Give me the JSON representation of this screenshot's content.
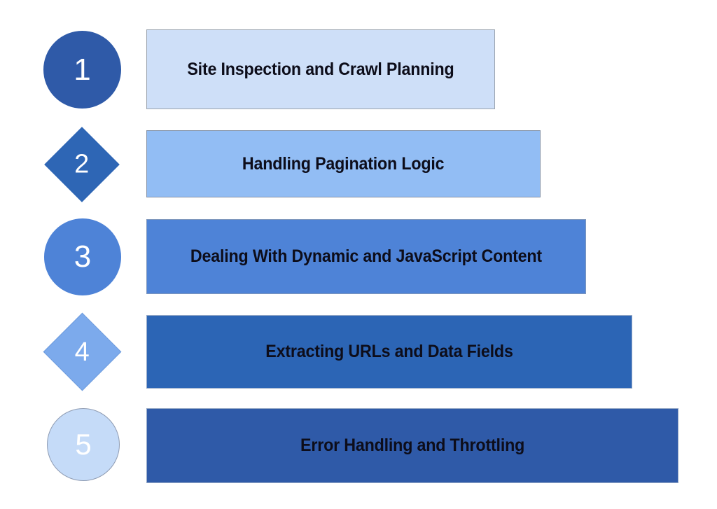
{
  "diagram": {
    "type": "numbered-step-list",
    "title": "",
    "background_color": "#ffffff",
    "text_color": "#0d0d1a",
    "number_color": "#ffffff",
    "steps": [
      {
        "number": "1",
        "label": "Site Inspection and Crawl Planning",
        "marker_shape": "circle",
        "marker_color": "#2F5AA8",
        "marker_border_color": "#2F5AA8",
        "bar_color": "#CEDFF8",
        "bar_border_color": "#9AA3AE"
      },
      {
        "number": "2",
        "label": "Handling Pagination Logic",
        "marker_shape": "diamond",
        "marker_color": "#2E66B5",
        "marker_border_color": "#2E66B5",
        "bar_color": "#92BDF4",
        "bar_border_color": "#8593A8"
      },
      {
        "number": "3",
        "label": "Dealing With Dynamic and JavaScript Content",
        "marker_shape": "circle",
        "marker_color": "#4E83D7",
        "marker_border_color": "#4E83D7",
        "bar_color": "#4E83D7",
        "bar_border_color": "#7E97BD"
      },
      {
        "number": "4",
        "label": "Extracting URLs and Data Fields",
        "marker_shape": "diamond",
        "marker_color": "#7CAAEC",
        "marker_border_color": "#6E9BDC",
        "bar_color": "#2C65B5",
        "bar_border_color": "#93A7C6"
      },
      {
        "number": "5",
        "label": "Error Handling and Throttling",
        "marker_shape": "circle",
        "marker_color": "#C5DBF8",
        "marker_border_color": "#8E9BB2",
        "bar_color": "#2F5AA8",
        "bar_border_color": "#93A7C6"
      }
    ]
  }
}
